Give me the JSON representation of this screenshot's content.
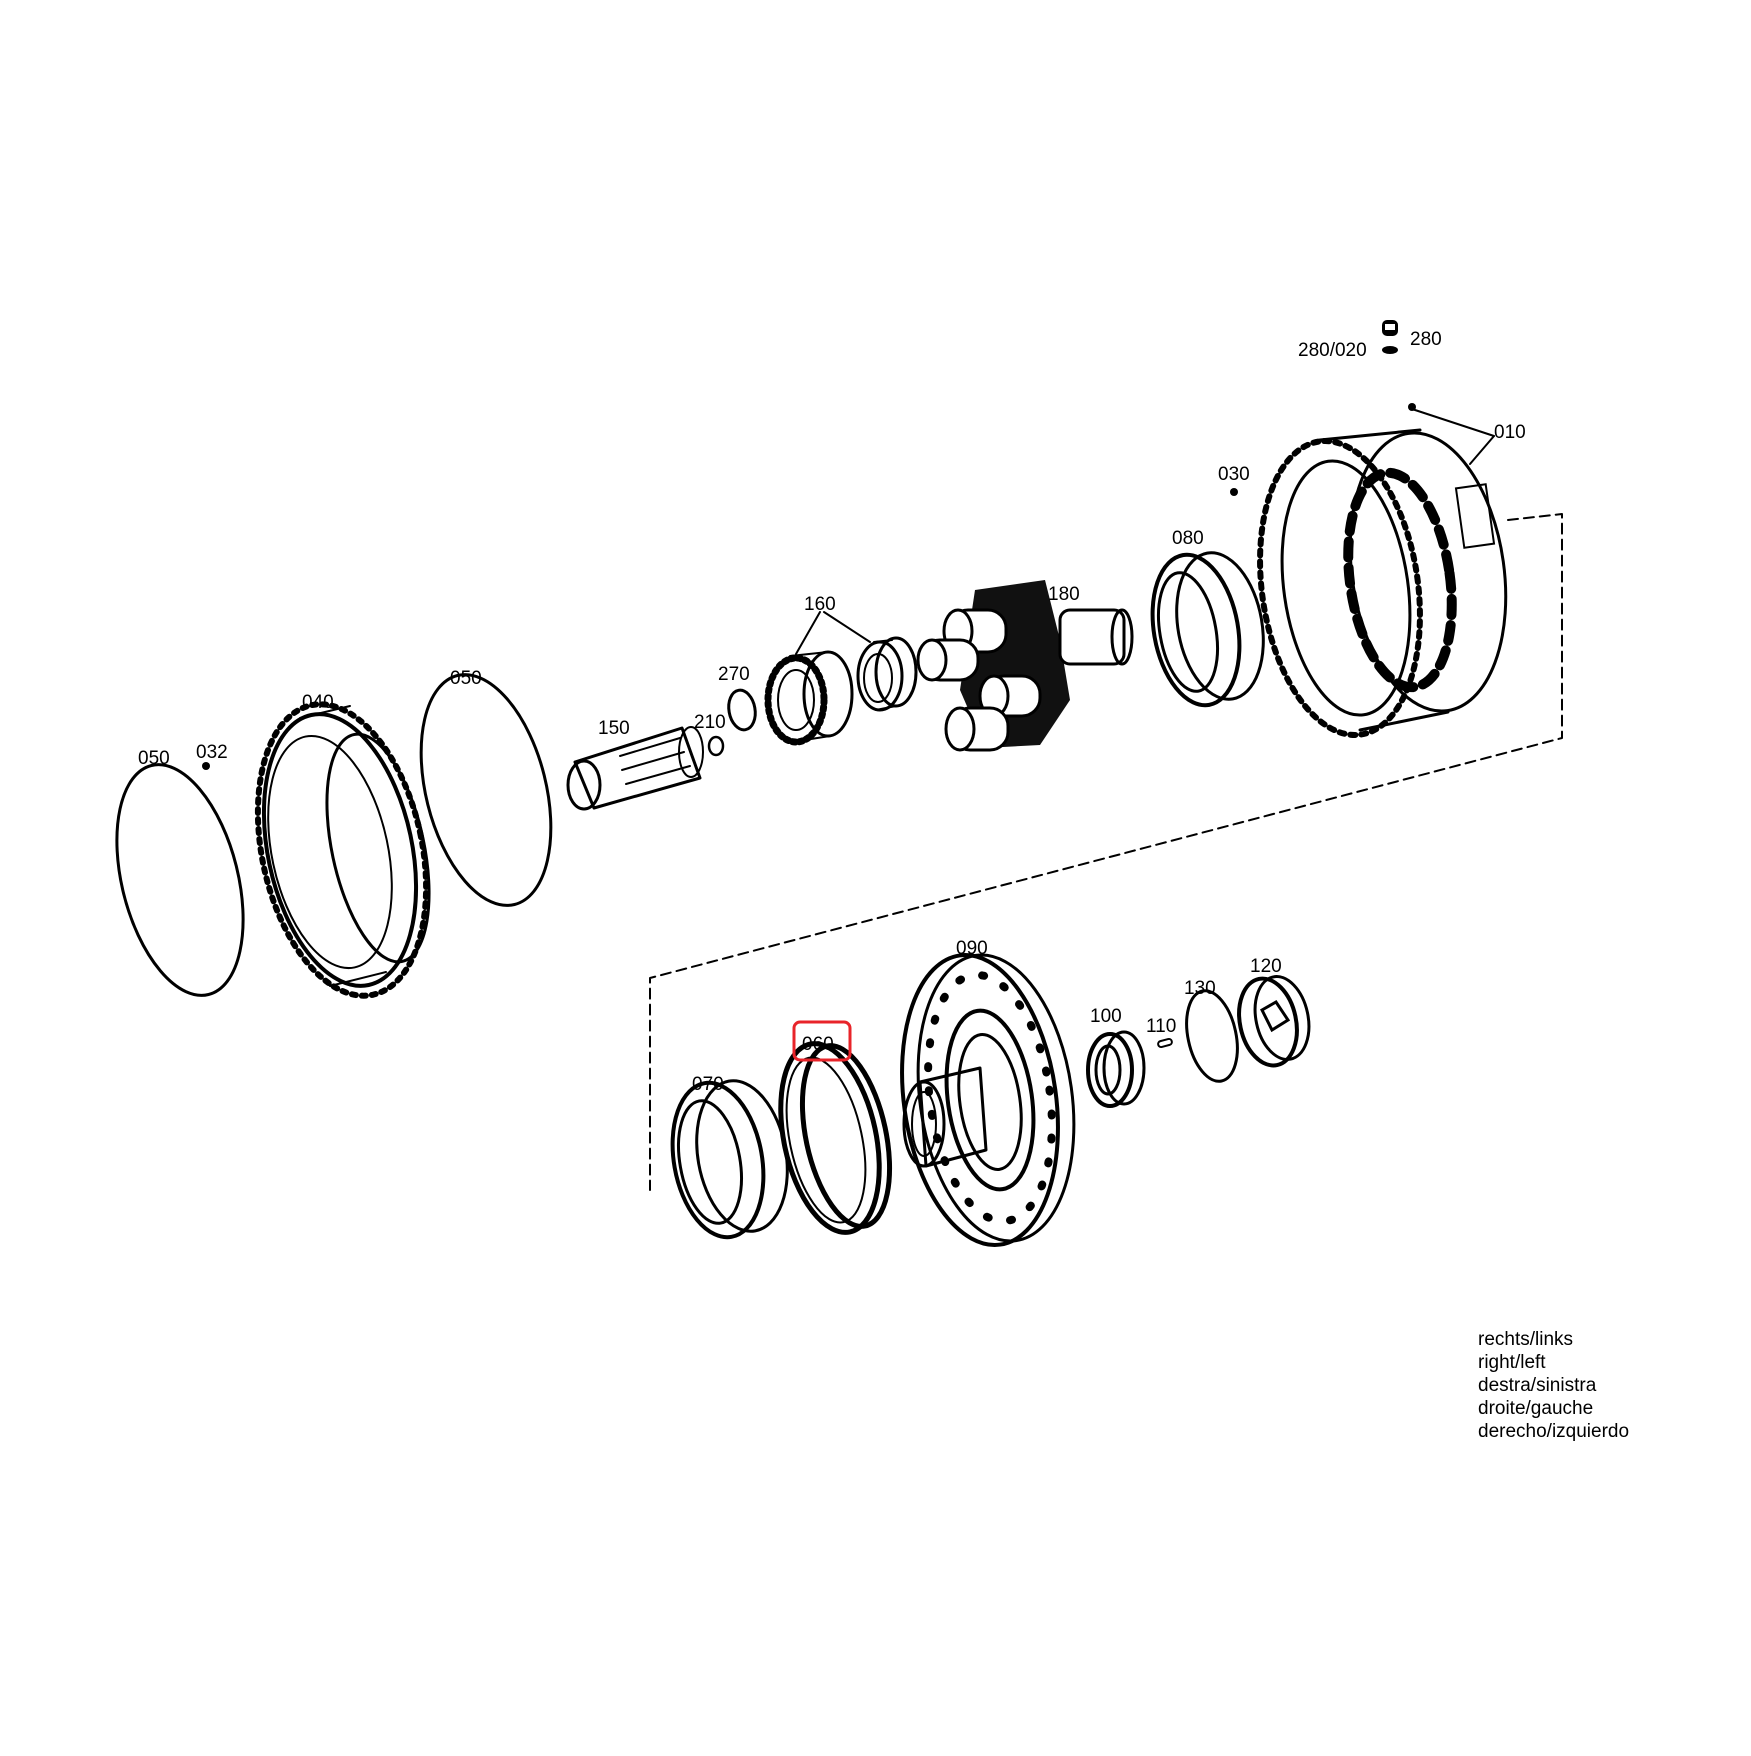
{
  "diagram": {
    "labels": {
      "p010": "010",
      "p020": "280/020",
      "p030": "030",
      "p032": "032",
      "p040": "040",
      "p050a": "050",
      "p050b": "050",
      "p060": "060",
      "p070": "070",
      "p080": "080",
      "p090": "090",
      "p100": "100",
      "p110": "110",
      "p120": "120",
      "p130": "130",
      "p150": "150",
      "p160": "160",
      "p180": "180",
      "p210": "210",
      "p270": "270",
      "p280": "280"
    },
    "highlighted_part": "060",
    "highlight_color": "#e8242a"
  },
  "legend": {
    "lines": [
      "rechts/links",
      "right/left",
      "destra/sinistra",
      "droite/gauche",
      "derecho/izquierdo"
    ]
  }
}
